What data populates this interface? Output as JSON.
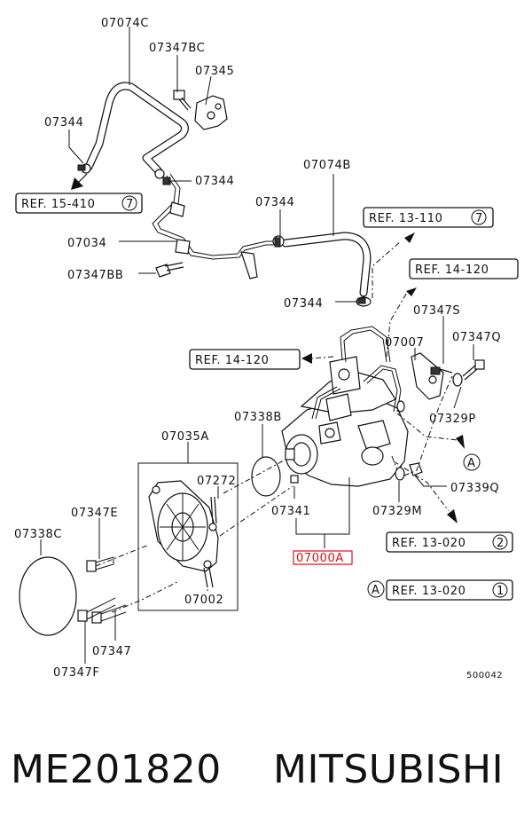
{
  "labels": {
    "l07074C": "07074C",
    "l07347BC": "07347BC",
    "l07345": "07345",
    "l07344a": "07344",
    "l07344b": "07344",
    "l07344c": "07344",
    "l07344d": "07344",
    "l07074B": "07074B",
    "l07034": "07034",
    "l07347BB": "07347BB",
    "l07347S": "07347S",
    "l07007": "07007",
    "l07347Q": "07347Q",
    "l07329P": "07329P",
    "l07338B": "07338B",
    "l07035A": "07035A",
    "l07272": "07272",
    "l07347E": "07347E",
    "l07338C": "07338C",
    "l07341": "07341",
    "l07329M": "07329M",
    "l07339Q": "07339Q",
    "l07002": "07002",
    "l07347": "07347",
    "l07347F": "07347F",
    "l07000A": "07000A"
  },
  "refs": {
    "ref1": "REF. 15-410",
    "ref1n": "7",
    "ref2": "REF. 13-110",
    "ref2n": "7",
    "ref3": "REF. 14-120",
    "ref4": "REF. 14-120",
    "ref5": "REF. 13-020",
    "ref5n": "2",
    "ref6": "REF. 13-020",
    "ref6n": "1",
    "markerA1": "A",
    "markerA2": "A"
  },
  "diagram_code": "500042",
  "footer": {
    "part_number": "ME201820",
    "brand": "MITSUBISHI"
  },
  "colors": {
    "highlight": "#e01010",
    "ink": "#111111"
  }
}
